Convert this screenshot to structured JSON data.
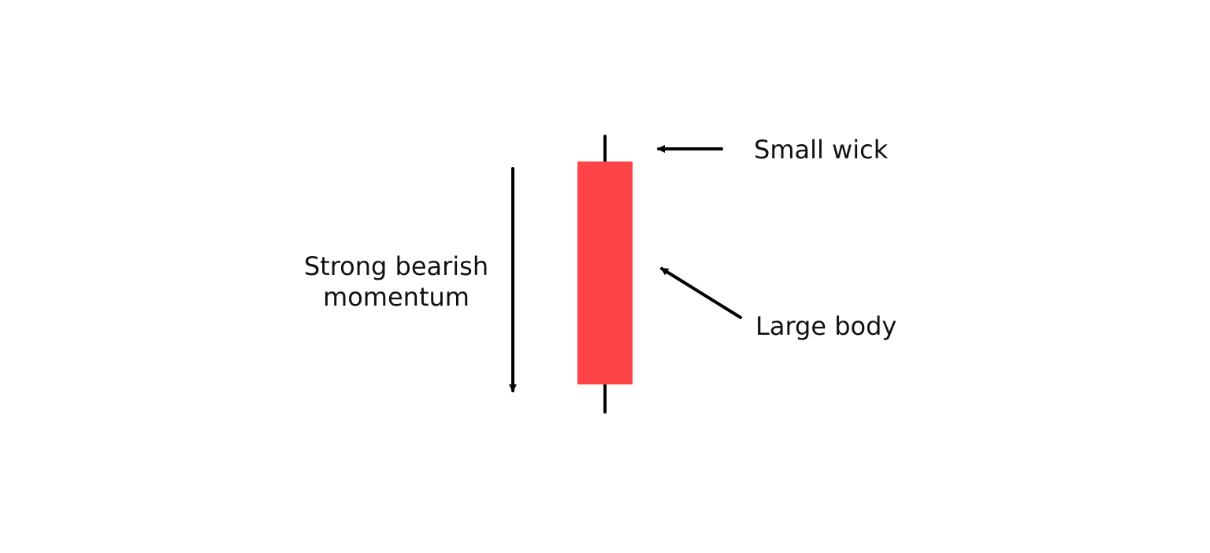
{
  "annotations": {
    "momentum_line1": "Strong bearish",
    "momentum_line2": "momentum",
    "wick_label": "Small wick",
    "body_label": "Large body"
  },
  "colors": {
    "candle_body": "#ff4447",
    "lines": "#000000",
    "text": "#111111",
    "background": "#ffffff"
  }
}
